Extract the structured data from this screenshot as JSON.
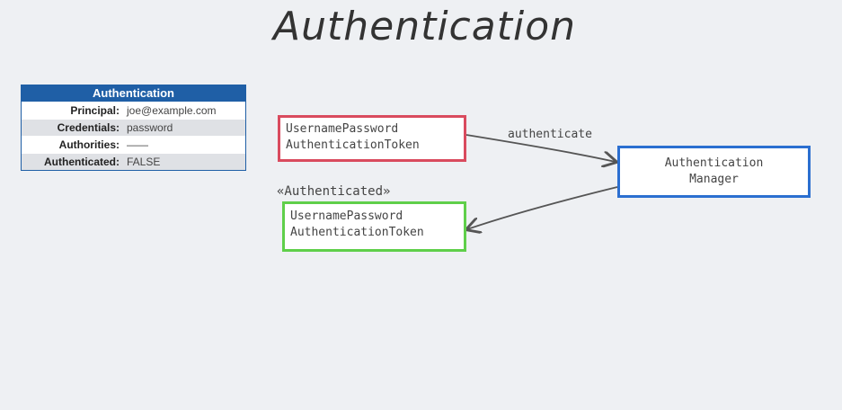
{
  "title": "Authentication",
  "auth_table": {
    "header": "Authentication",
    "rows": [
      {
        "key": "Principal:",
        "value": "joe@example.com"
      },
      {
        "key": "Credentials:",
        "value": "password"
      },
      {
        "key": "Authorities:",
        "value": "——"
      },
      {
        "key": "Authenticated:",
        "value": "FALSE"
      }
    ]
  },
  "diagram": {
    "input_token": {
      "line1": "UsernamePassword",
      "line2": "AuthenticationToken"
    },
    "manager": {
      "line1": "Authentication",
      "line2": "Manager"
    },
    "output_token": {
      "line1": "UsernamePassword",
      "line2": "AuthenticationToken"
    },
    "edge_label": "authenticate",
    "stereotype": "«Authenticated»"
  },
  "colors": {
    "input_border": "#d94b5e",
    "output_border": "#5fcf4a",
    "manager_border": "#2b6fd0",
    "table_header": "#1f5fa6"
  }
}
